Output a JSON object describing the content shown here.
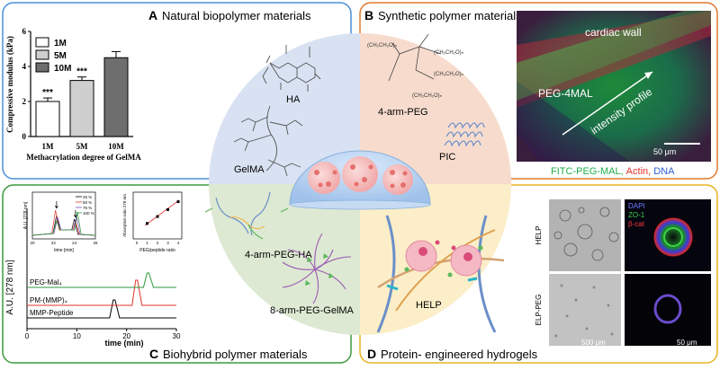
{
  "panels": {
    "a": {
      "letter": "A",
      "title": "Natural biopolymer materials"
    },
    "b": {
      "letter": "B",
      "title": "Synthetic polymer materials"
    },
    "c": {
      "letter": "C",
      "title": "Biohybrid polymer materials"
    },
    "d": {
      "letter": "D",
      "title": "Protein- engineered hydrogels"
    }
  },
  "molecules": {
    "ha": "HA",
    "gelma": "GelMA",
    "four_arm_peg": "4-arm-PEG",
    "pic": "PIC",
    "four_arm_peg_ha": "4-arm-PEG-HA",
    "eight_arm_peg_gelma": "8-arm-PEG-GelMA",
    "help": "HELP",
    "peg_chain_label": "(CH₂CH₂O)ₙ"
  },
  "panel_b_image": {
    "cardiac_wall": "cardiac wall",
    "peg4mal": "PEG-4MAL",
    "intensity_profile": "intensity profile",
    "scale_bar": "50 μm",
    "stain_legend": [
      {
        "text": "FITC-PEG-MAL,",
        "color": "#1fae4a"
      },
      {
        "text": "Actin,",
        "color": "#e0322b"
      },
      {
        "text": "DNA",
        "color": "#2f5fcf"
      }
    ]
  },
  "panel_d_images": {
    "row_labels": [
      "HELP",
      "ELP-PEG"
    ],
    "stain_legend": [
      {
        "text": "DAPI",
        "color": "#6f7cff"
      },
      {
        "text": "ZO-1",
        "color": "#3fd24a"
      },
      {
        "text": "β-cat",
        "color": "#ff3b3b"
      }
    ],
    "scale_bar_left": "500 μm",
    "scale_bar_right": "50 μm"
  },
  "chart_data": [
    {
      "type": "bar",
      "title": "",
      "xlabel": "Methacrylation degree of GelMA",
      "ylabel": "Compressive modulus (kPa)",
      "categories": [
        "1M",
        "5M",
        "10M"
      ],
      "values": [
        2.0,
        3.2,
        4.5
      ],
      "errors": [
        0.2,
        0.2,
        0.35
      ],
      "significance": [
        "***",
        "***",
        ""
      ],
      "ylim": [
        0,
        6
      ],
      "yticks": [
        0,
        2,
        4,
        6
      ],
      "bar_colors": [
        "#ffffff",
        "#cfcfcf",
        "#6e6e6e"
      ],
      "legend": [
        {
          "name": "1M",
          "color": "#ffffff"
        },
        {
          "name": "5M",
          "color": "#cfcfcf"
        },
        {
          "name": "10M",
          "color": "#6e6e6e"
        }
      ],
      "legend_position": "top-left"
    },
    {
      "type": "line",
      "title": "",
      "xlabel": "time (min)",
      "ylabel": "A.U. [278 nm]",
      "xlim": [
        0,
        30
      ],
      "xticks": [
        0,
        10,
        20,
        30
      ],
      "series": [
        {
          "name": "MMP-Peptide",
          "color": "#000000",
          "peak": 17.5
        },
        {
          "name": "PM-(MMP)₄",
          "color": "#e0322b",
          "peak": 22.0
        },
        {
          "name": "PEG-Mal₄",
          "color": "#2e9a3c",
          "peak": 24.3
        }
      ],
      "trace_labels": [
        "PEG-Mal₄",
        "PM-(MMP)₄",
        "MMP-Peptide"
      ]
    },
    {
      "type": "line",
      "title": "",
      "xlabel": "time [min]",
      "ylabel": "A.U. [278 nm]",
      "xlim": [
        20,
        26
      ],
      "xticks": [
        20,
        22,
        24,
        26
      ],
      "series": [
        {
          "name": "25 %",
          "color": "#000000"
        },
        {
          "name": "50 %",
          "color": "#e0322b"
        },
        {
          "name": "75 %",
          "color": "#7a4bbf"
        },
        {
          "name": "100 %",
          "color": "#2e9a3c"
        }
      ],
      "legend_position": "top-right"
    },
    {
      "type": "scatter",
      "title": "",
      "xlabel": "PEG/peptide ratio",
      "ylabel": "Absorption ratio 278 nm",
      "x": [
        1,
        2,
        3,
        4
      ],
      "y": [
        0.6,
        0.95,
        1.3,
        1.7
      ],
      "xticks": [
        0,
        1,
        2,
        3,
        4
      ],
      "fit": "linear",
      "color": "#e0322b"
    }
  ]
}
